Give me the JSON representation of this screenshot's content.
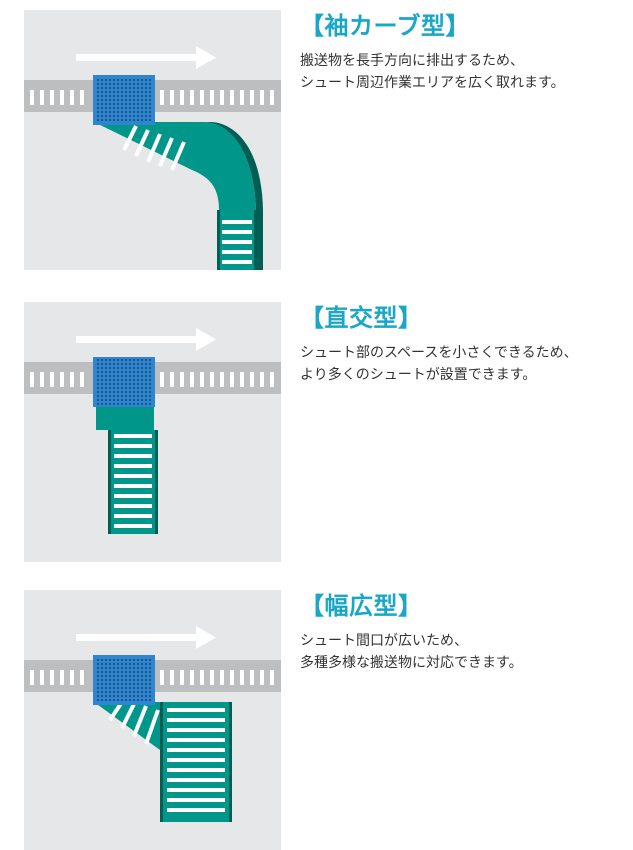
{
  "colors": {
    "panel_bg": "#e6e7e9",
    "conveyor": "#bcbec0",
    "conveyor_slat": "#ffffff",
    "sorter_blue": "#2f86cf",
    "sorter_dots": "#1a4f84",
    "chute_green": "#00978a",
    "chute_dark": "#005e55",
    "arrow": "#ffffff",
    "heading": "#19a7c7",
    "body_text": "#333333"
  },
  "items": [
    {
      "title": "【袖カーブ型】",
      "lines": [
        "搬送物を長手方向に排出するため、",
        "シュート周辺作業エリアを広く取れます。"
      ]
    },
    {
      "title": "【直交型】",
      "lines": [
        "シュート部のスペースを小さくできるため、",
        "より多くのシュートが設置できます。"
      ]
    },
    {
      "title": "【幅広型】",
      "lines": [
        "シュート間口が広いため、",
        "多種多様な搬送物に対応できます。"
      ]
    }
  ]
}
